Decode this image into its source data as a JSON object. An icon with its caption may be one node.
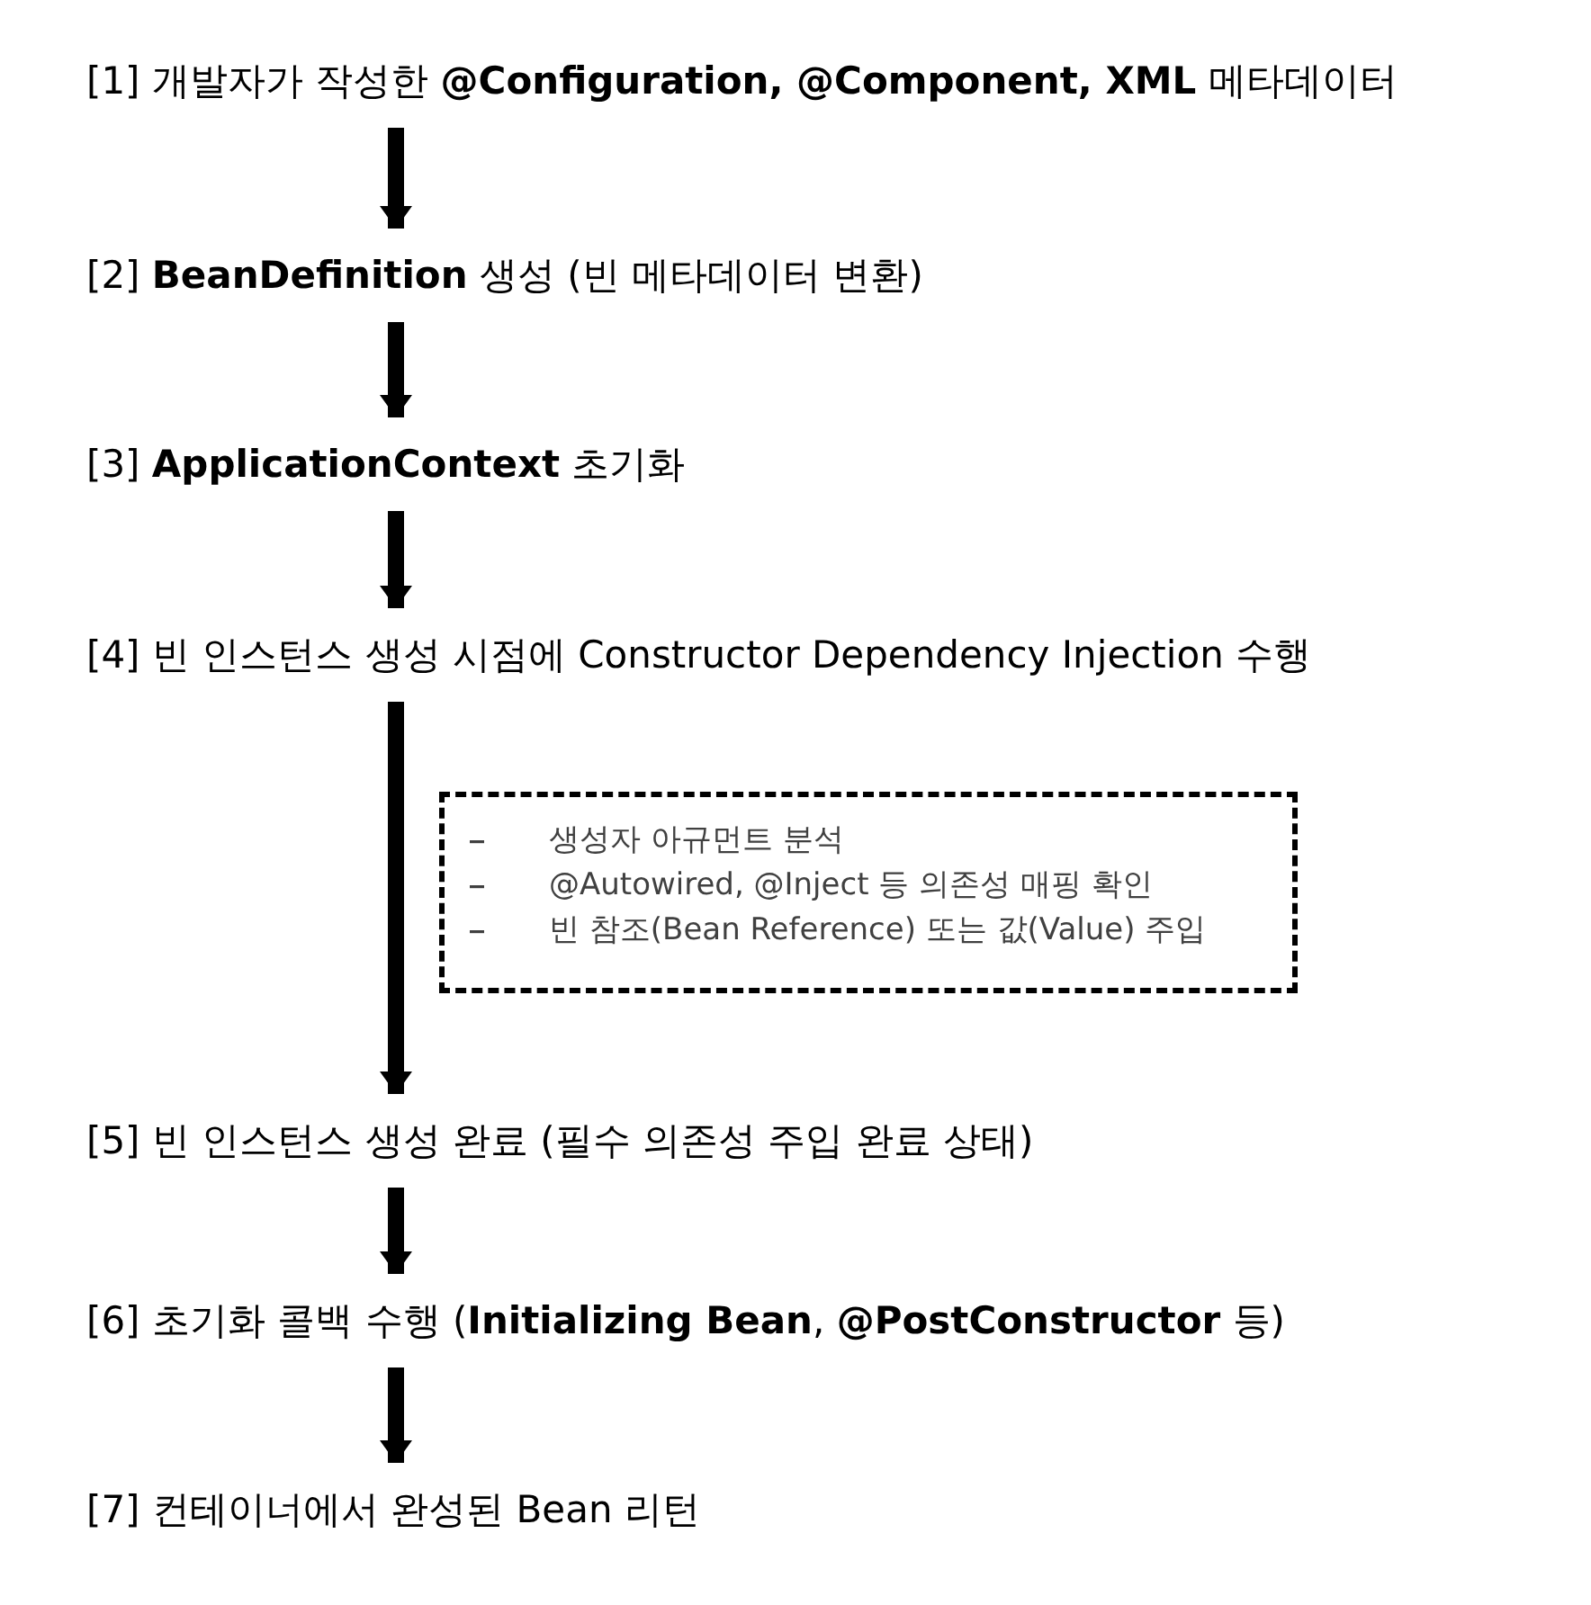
{
  "diagram": {
    "nodes": [
      {
        "text": [
          "[1] 개발자가 작성한 **@Configuration, @Component, XML** 메타데이터"
        ]
      },
      {
        "text": [
          "[2] **BeanDefinition** 생성 (빈 메타데이터 변환)"
        ]
      },
      {
        "text": [
          "[3] **ApplicationContext** 초기화"
        ]
      },
      {
        "text": [
          "[4] 빈 인스턴스 생성 시점에 Constructor Dependency Injection 수행"
        ]
      },
      {
        "text": [
          "생성자 아규먼트 분석",
          "@Autowired, @Inject 등 의존성 매핑 확인",
          "빈 참조(Bean Reference) 또는 값(Value) 주입"
        ]
      },
      {
        "text": [
          "[5] 빈 인스턴스 생성 완료 (필수 의존성 주입 완료 상태)"
        ]
      },
      {
        "text": [
          "[6] 초기화 콜백 수행 (**Initializing Bean**, **@PostConstructor** 등)"
        ]
      },
      {
        "text": [
          "[7] 컨테이너에서 완성된 Bean 리턴"
        ]
      }
    ],
    "edges": [
      {
        "from": 0,
        "to": 1,
        "arrow": "to"
      },
      {
        "from": 1,
        "to": 2,
        "arrow": "to"
      },
      {
        "from": 2,
        "to": 3,
        "arrow": "to"
      },
      {
        "from": 3,
        "to": 5,
        "arrow": "to"
      },
      {
        "from": 5,
        "to": 6,
        "arrow": "to"
      },
      {
        "from": 6,
        "to": 7,
        "arrow": "to"
      }
    ]
  }
}
